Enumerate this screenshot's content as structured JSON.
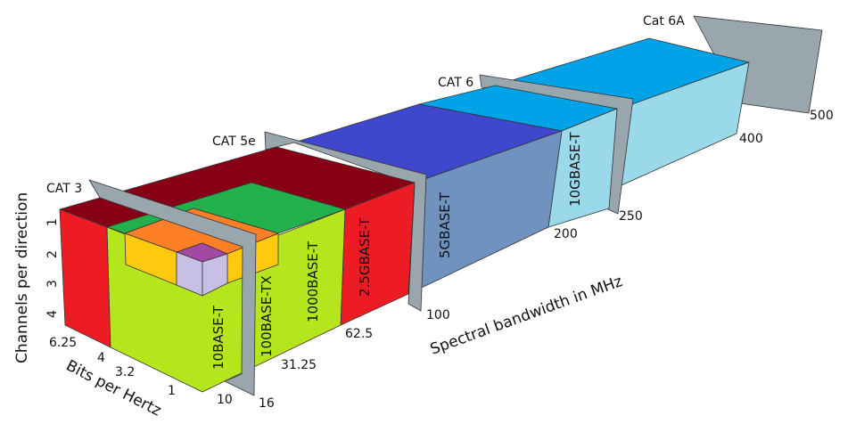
{
  "title_axes": {
    "y_axis": "Channels per direction",
    "x_axis": "Bits per Hertz",
    "z_axis": "Spectral bandwidth in MHz"
  },
  "channels_ticks": [
    "1",
    "2",
    "3",
    "4"
  ],
  "bits_ticks": [
    "6.25",
    "4",
    "3.2",
    "1"
  ],
  "bandwidth_ticks": [
    "10",
    "16",
    "31.25",
    "62.5",
    "100",
    "200",
    "250",
    "400",
    "500"
  ],
  "cable_categories": [
    "CAT 3",
    "CAT 5e",
    "CAT 6",
    "Cat 6A"
  ],
  "standards": [
    "10BASE-T",
    "100BASE-TX",
    "1000BASE-T",
    "2.5GBASE-T",
    "5GBASE-T",
    "10GBASE-T"
  ],
  "colors": {
    "panel": "#9aa6ae",
    "lime": "#b5e61d",
    "red": "#ed1c24",
    "dark_red": "#880015",
    "green": "#22b14c",
    "orange": "#ff7f27",
    "yellow": "#ffc90e",
    "lavender": "#c8bfe7",
    "purple": "#a349a4",
    "blue_top": "#3f48cc",
    "blue_face": "#7092be",
    "cyan_top": "#00a2e8",
    "cyan_face": "#99d9ea"
  }
}
